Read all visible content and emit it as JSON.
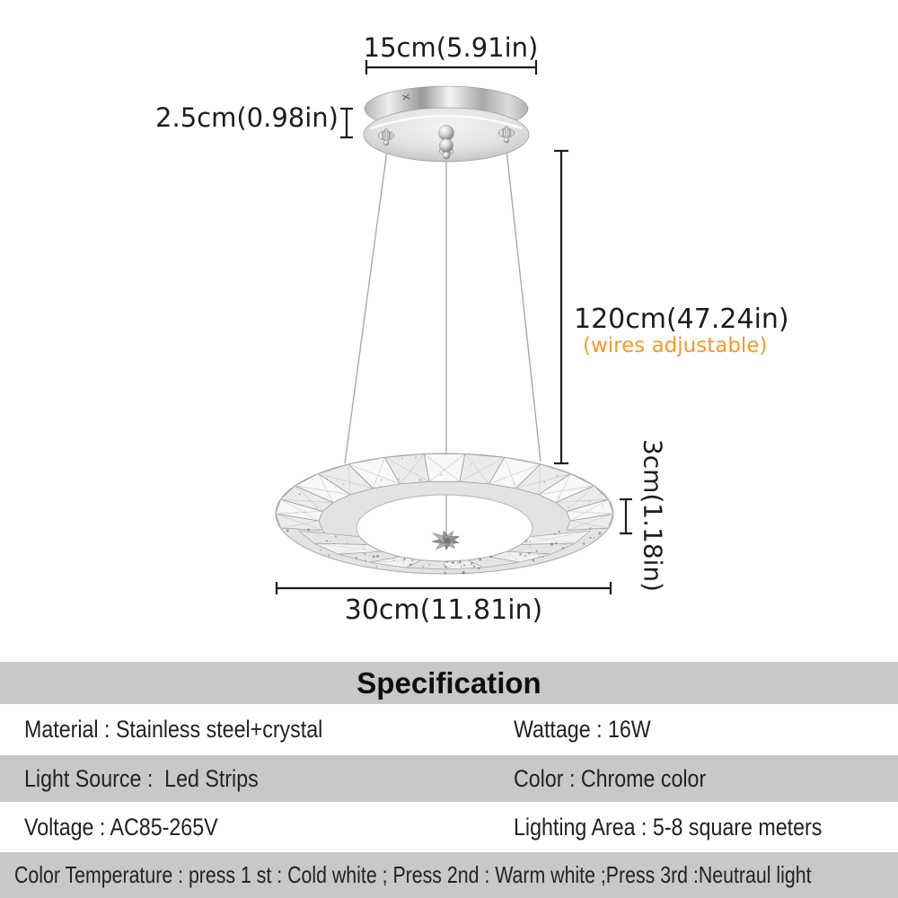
{
  "diagram": {
    "canopy_diameter_label": "15cm(5.91in)",
    "canopy_height_label": "2.5cm(0.98in)",
    "wire_length_label": "120cm(47.24in)",
    "wire_note_label": "(wires adjustable)",
    "ring_thickness_label": "3cm(1.18in)",
    "ring_diameter_label": "30cm(11.81in)",
    "note_color": "#F59A23"
  },
  "spec": {
    "title": "Specification",
    "rows": [
      {
        "left": "Material : Stainless steel+crystal",
        "right": "Wattage : 16W"
      },
      {
        "left": "Light Source :  Led Strips",
        "right": "Color : Chrome color"
      },
      {
        "left": "Voltage : AC85-265V",
        "right": "Lighting Area : 5-8 square meters"
      }
    ],
    "footer": "Color Temperature : press 1 st : Cold white ; Press 2nd : Warm white ;Press 3rd :Neutraul light",
    "band_color": "#c8c8c8"
  }
}
